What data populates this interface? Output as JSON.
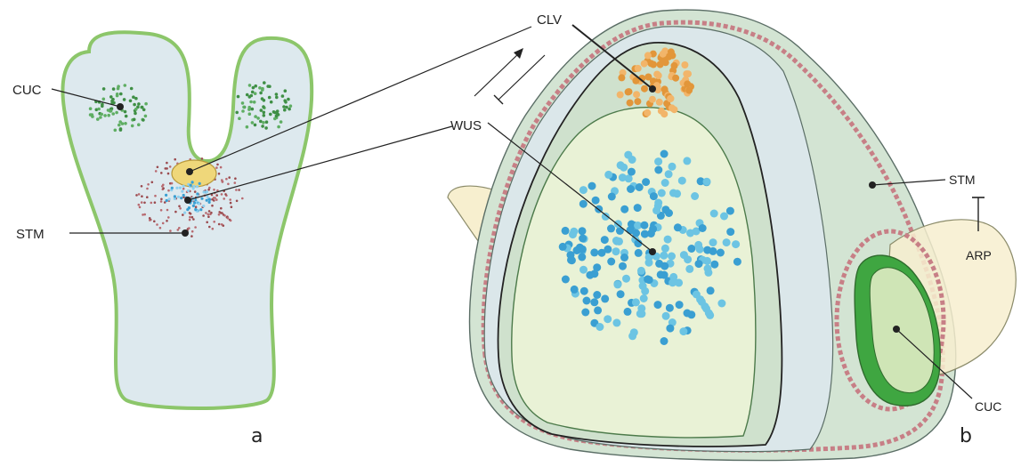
{
  "labels": {
    "cuc_a": "CUC",
    "stm_a": "STM",
    "clv": "CLV",
    "wus": "WUS",
    "stm_b": "STM",
    "arp": "ARP",
    "cuc_b": "CUC"
  },
  "panels": {
    "a": "a",
    "b": "b"
  },
  "colors": {
    "tissue_fill": "#dde9ee",
    "tissue_outline": "#8cc66a",
    "cuc_dots": "#3f8f45",
    "stm_dots": "#9a4a4e",
    "wus_dots": "#3a9fd2",
    "clv_dots": "#e2963a",
    "clv_zone": "#efd77a",
    "meristem_outer": "#cfe3d2",
    "central_zone": "#e9f2d6",
    "arp_fill": "#f7efcf",
    "cuc_boundary": "#3fa641",
    "stm_dashed": "#c77f86"
  },
  "icons": [
    "activation-arrow-icon",
    "repression-bar-icon"
  ]
}
